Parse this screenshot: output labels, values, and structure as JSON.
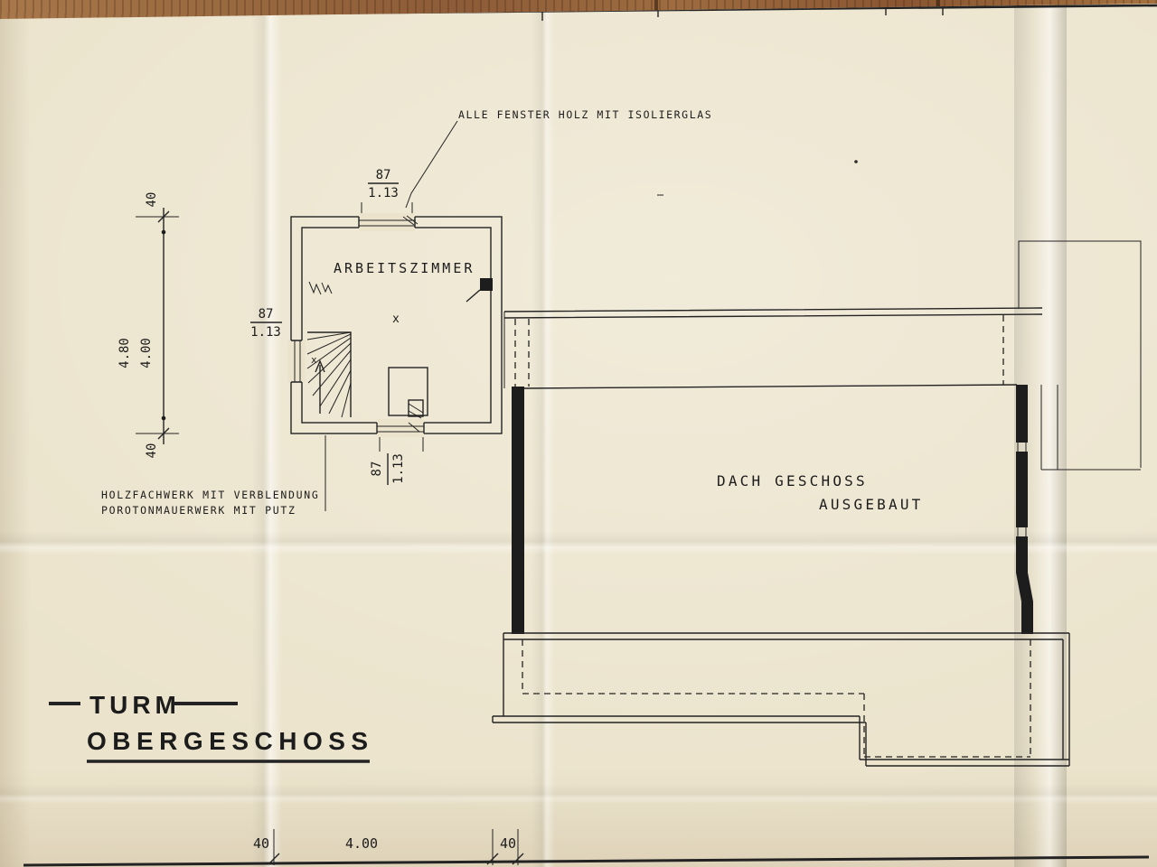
{
  "colors": {
    "paper": "#ebe3cb",
    "ink": "#232323",
    "wood": "#9a6a40"
  },
  "annotations": {
    "windows_note": "ALLE FENSTER HOLZ MIT ISOLIERGLAS",
    "material_note_line1": "HOLZFACHWERK MIT VERBLENDUNG",
    "material_note_line2": "POROTONMAUERWERK MIT PUTZ"
  },
  "rooms": {
    "tower_room": "ARBEITSZIMMER",
    "tower_room_mark": "x",
    "stair_mark": "x",
    "attic_line1": "DACH GESCHOSS",
    "attic_line2": "AUSGEBAUT"
  },
  "title": {
    "line1": "TURM",
    "line2": "OBERGESCHOSS"
  },
  "dimensions": {
    "window_top_num": "87",
    "window_top_den": "1.13",
    "window_left_num": "87",
    "window_left_den": "1.13",
    "window_bottom_num": "87",
    "window_bottom_den": "1.13",
    "left_outer_top": "40",
    "left_total": "4.80",
    "left_inner": "4.00",
    "left_outer_bottom": "40",
    "bottom_left": "40",
    "bottom_center": "4.00",
    "bottom_right": "40"
  }
}
